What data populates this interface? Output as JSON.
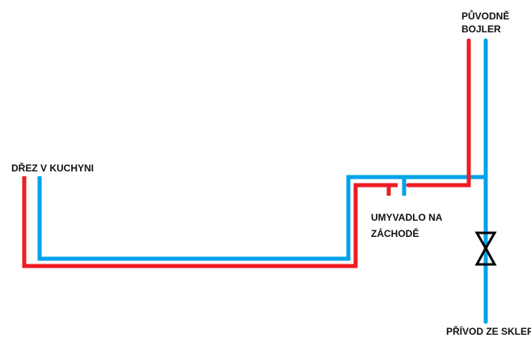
{
  "diagram": {
    "title": "Water piping schematic",
    "colors": {
      "hot_pipe": "#ed1c24",
      "cold_pipe": "#00a2e8",
      "valve": "#000000",
      "text": "#111111",
      "background": "#ffffff"
    },
    "labels": {
      "boiler_line1": "PŮVODNĚ",
      "boiler_line2": "BOJLER",
      "kitchen_sink": "DŘEZ V KUCHYNI",
      "washbasin_line1": "UMYVADLO NA",
      "washbasin_line2": "ZÁCHODĚ",
      "supply": "PŘÍVOD ZE SKLEPA"
    },
    "nodes": [
      {
        "id": "boiler",
        "label": "PŮVODNĚ BOJLER"
      },
      {
        "id": "kitchen_sink",
        "label": "DŘEZ V KUCHYNI"
      },
      {
        "id": "washbasin",
        "label": "UMYVADLO NA ZÁCHODĚ"
      },
      {
        "id": "supply",
        "label": "PŘÍVOD ZE SKLEPA"
      },
      {
        "id": "valve",
        "label": ""
      }
    ],
    "pipes": [
      {
        "id": "hot",
        "color": "red",
        "from": "boiler",
        "to": [
          "washbasin",
          "kitchen_sink"
        ]
      },
      {
        "id": "cold",
        "color": "blue",
        "from": "supply",
        "to": [
          "boiler",
          "washbasin",
          "kitchen_sink"
        ],
        "via": "valve"
      }
    ]
  }
}
